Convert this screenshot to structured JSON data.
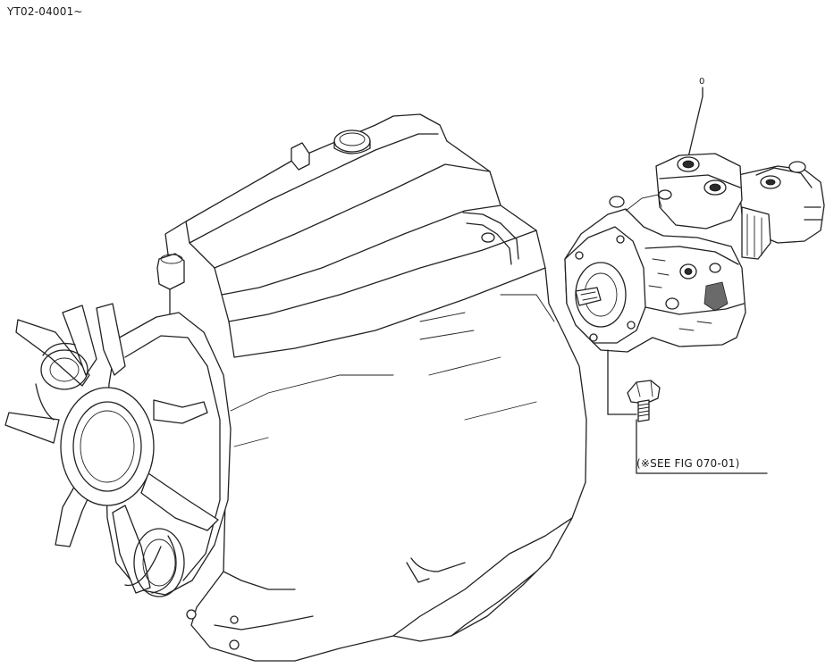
{
  "header": {
    "serial_range": "YT02-04001~"
  },
  "callouts": {
    "assembly_ref": "0",
    "see_figure_note": "(※SEE FIG 070-01)"
  },
  "parts": [
    {
      "name": "engine",
      "icon": "engine-illustration"
    },
    {
      "name": "cooling-fan",
      "icon": "fan-illustration"
    },
    {
      "name": "hydraulic-pump",
      "icon": "pump-illustration"
    },
    {
      "name": "bolt",
      "icon": "bolt-illustration"
    }
  ]
}
